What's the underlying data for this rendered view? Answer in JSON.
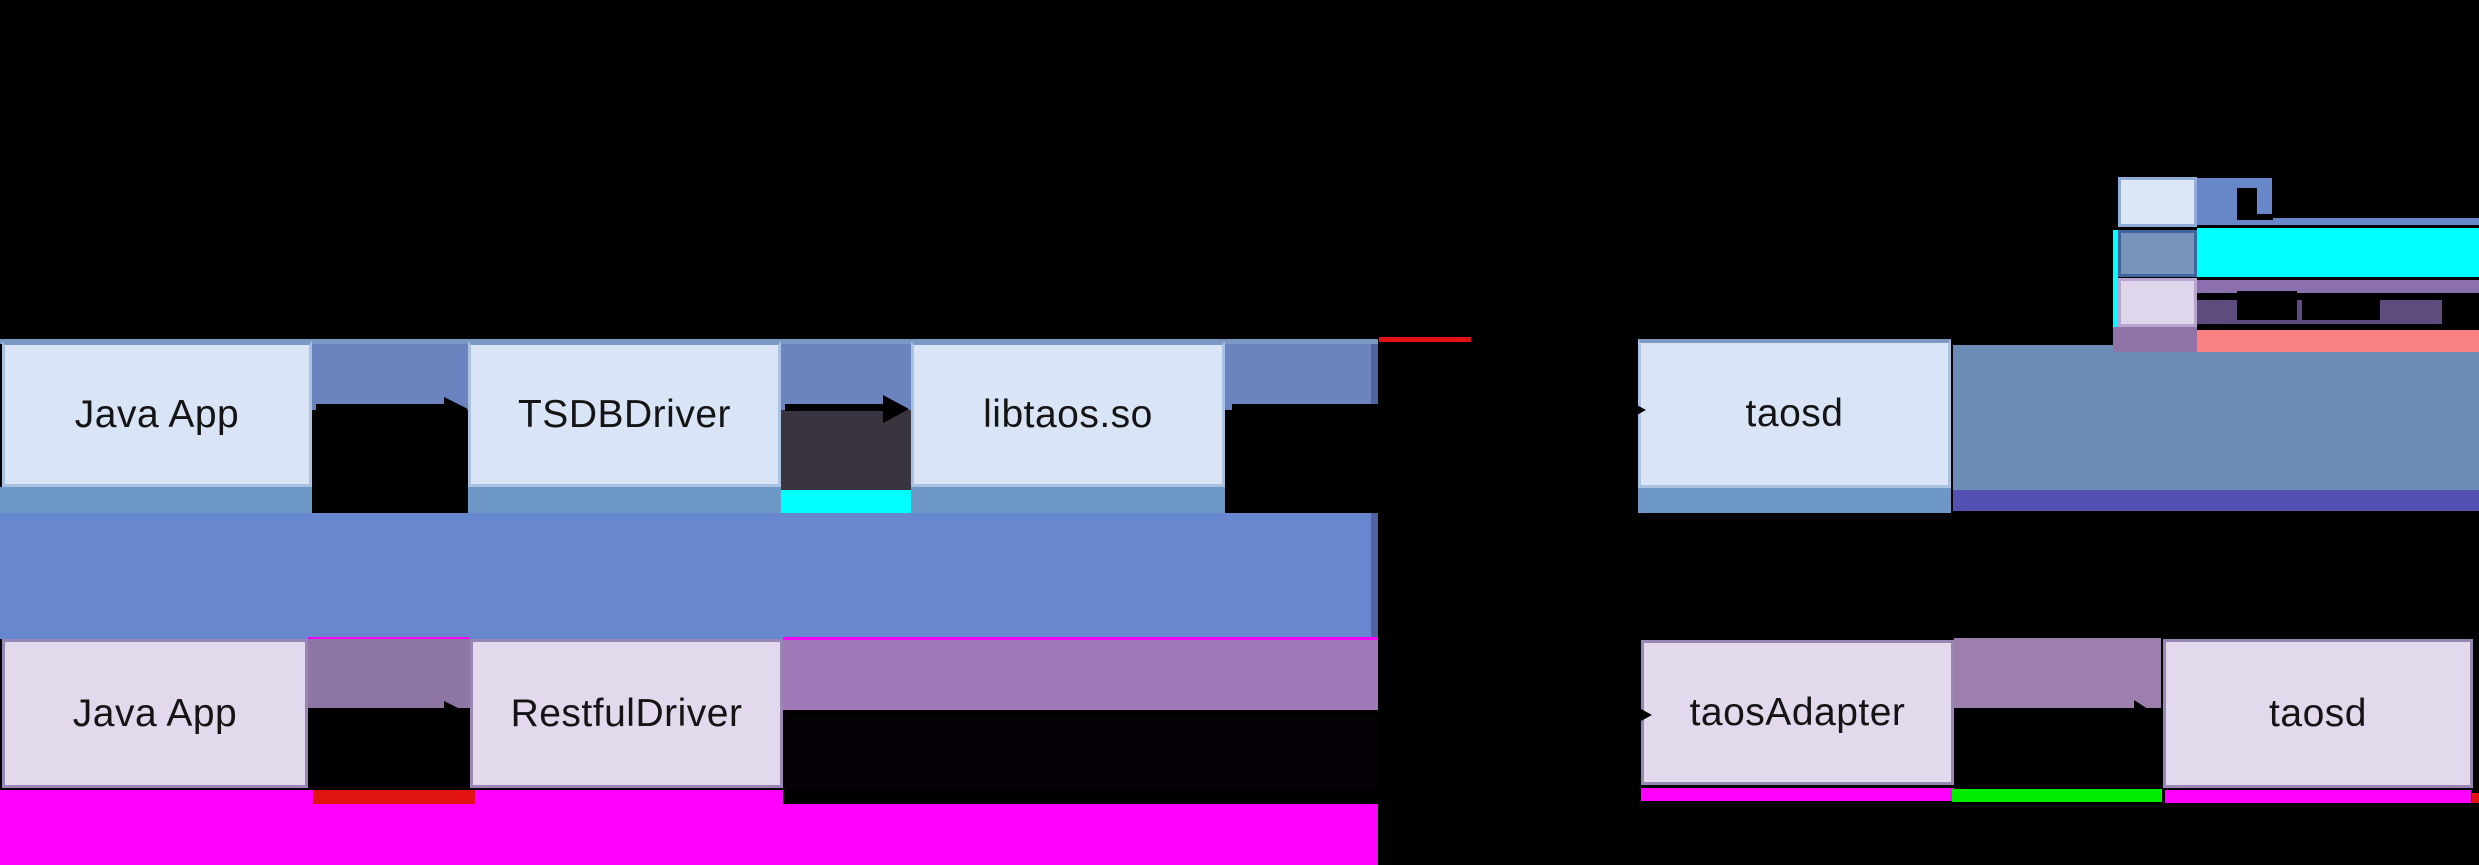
{
  "diagram": {
    "type": "architecture-flow",
    "rows": [
      {
        "name": "jni-flow",
        "boxes": {
          "app": "Java App",
          "driver": "TSDBDriver",
          "lib": "libtaos.so",
          "server": "taosd"
        }
      },
      {
        "name": "restful-flow",
        "boxes": {
          "app": "Java App",
          "driver": "RestfulDriver",
          "adapter": "taosAdapter",
          "server": "taosd"
        }
      }
    ],
    "legend": {
      "swatches": [
        {
          "fill": "#dce7f8",
          "border": "#8fadd8"
        },
        {
          "fill": "#7894ba",
          "border": "#40659c"
        },
        {
          "fill": "#e0d6ec",
          "border": "#b8a6d0"
        }
      ],
      "note": "label text illegible (black fragments on colored bars)"
    },
    "colors": {
      "background": "#000000",
      "jni_box_fill": "#d9e4f6",
      "jni_box_border": "#a9c2e2",
      "rest_box_fill": "#e2d9ec",
      "rest_box_border": "#9a86b4",
      "band_top_line": "#7b97c3",
      "gap_blue": "#6b84bf",
      "under_strip": "#6d98c6",
      "big_blue_bar": "#6787ce",
      "right_slate_band": "#6a8cb4",
      "violet_bar": "#5352b2",
      "purple_band_left": "#a07ab8",
      "purple_band_right": "#9d7fae",
      "mauve_gap": "#8e76a4",
      "dark_gap": "#3a3340",
      "cyan_artifact": "#00ffff",
      "magenta_artifact": "#ff00ff",
      "green_artifact": "#00ee00",
      "red_artifact": "#e11212",
      "salmon_bar": "#fa8282",
      "legend_blue_bar": "#6787c8",
      "legend_dark_purple": "#5e4c7c",
      "arrow": "#000000"
    }
  }
}
